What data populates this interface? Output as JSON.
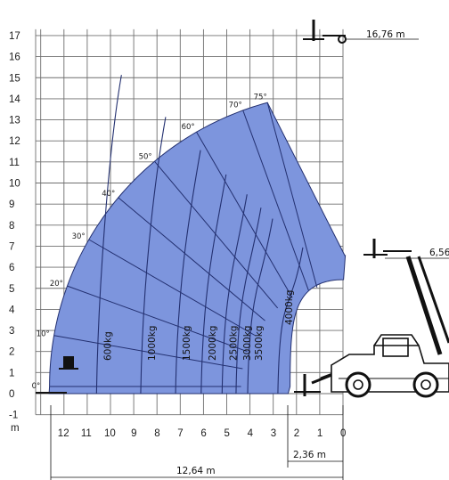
{
  "diagram": {
    "y_axis": {
      "ticks": [
        {
          "value": 17,
          "label": "17"
        },
        {
          "value": 16,
          "label": "16"
        },
        {
          "value": 15,
          "label": "15"
        },
        {
          "value": 14,
          "label": "14"
        },
        {
          "value": 13,
          "label": "13"
        },
        {
          "value": 12,
          "label": "12"
        },
        {
          "value": 11,
          "label": "11"
        },
        {
          "value": 10,
          "label": "10"
        },
        {
          "value": 9,
          "label": "9"
        },
        {
          "value": 8,
          "label": "8"
        },
        {
          "value": 7,
          "label": "7"
        },
        {
          "value": 6,
          "label": "6"
        },
        {
          "value": 5,
          "label": "5"
        },
        {
          "value": 4,
          "label": "4"
        },
        {
          "value": 3,
          "label": "3"
        },
        {
          "value": 2,
          "label": "2"
        },
        {
          "value": 1,
          "label": "1"
        },
        {
          "value": 0,
          "label": "0"
        },
        {
          "value": -1,
          "label": "-1"
        }
      ],
      "unit_label": "m"
    },
    "x_axis": {
      "ticks": [
        {
          "value": 12,
          "label": "12"
        },
        {
          "value": 11,
          "label": "11"
        },
        {
          "value": 10,
          "label": "10"
        },
        {
          "value": 9,
          "label": "9"
        },
        {
          "value": 8,
          "label": "8"
        },
        {
          "value": 7,
          "label": "7"
        },
        {
          "value": 6,
          "label": "6"
        },
        {
          "value": 5,
          "label": "5"
        },
        {
          "value": 4,
          "label": "4"
        },
        {
          "value": 3,
          "label": "3"
        },
        {
          "value": 2,
          "label": "2"
        },
        {
          "value": 1,
          "label": "1"
        },
        {
          "value": 0,
          "label": "0"
        }
      ]
    },
    "angles": [
      "0°",
      "10°",
      "20°",
      "30°",
      "40°",
      "50°",
      "60°",
      "70°",
      "75°"
    ],
    "load_zones": [
      {
        "label": "600kg",
        "reach": 10.6
      },
      {
        "label": "1000kg",
        "reach": 8.7
      },
      {
        "label": "1500kg",
        "reach": 7.2
      },
      {
        "label": "2000kg",
        "reach": 6.1
      },
      {
        "label": "2500kg",
        "reach": 5.2
      },
      {
        "label": "3000kg",
        "reach": 4.6
      },
      {
        "label": "3500kg",
        "reach": 4.1
      },
      {
        "label": "4000kg",
        "reach": 2.8
      }
    ],
    "max_height": {
      "value": 16.76,
      "label": "16,76 m"
    },
    "mid_height": {
      "value": 6.56,
      "label": "6,56 m"
    },
    "min_reach": {
      "value": 2.36,
      "label": "2,36 m"
    },
    "max_reach": {
      "value": 12.64,
      "label": "12,64 m"
    },
    "colors": {
      "envelope_fill": "#7d95dd",
      "envelope_line": "#233070",
      "grid": "#6f6f6f",
      "machine": "#111111"
    }
  }
}
